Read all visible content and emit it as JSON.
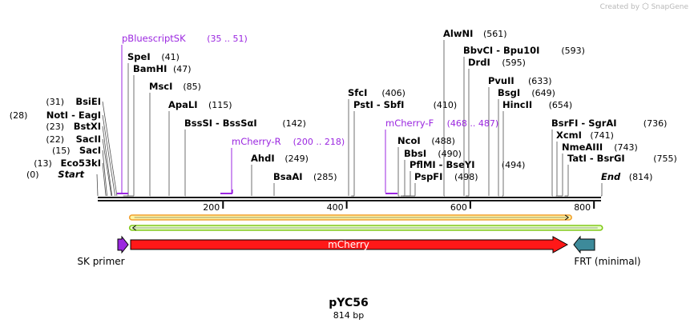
{
  "credit": {
    "prefix": "Created by",
    "brand": "SnapGene"
  },
  "plasmid": {
    "name": "pYC56",
    "length_label": "814 bp"
  },
  "ruler": {
    "ticks": [
      {
        "bp": 200,
        "label": "200"
      },
      {
        "bp": 400,
        "label": "400"
      },
      {
        "bp": 600,
        "label": "600"
      },
      {
        "bp": 800,
        "label": "800"
      }
    ]
  },
  "left_sites": [
    {
      "name": "BsiEI",
      "pos": "(31)",
      "bp": 31
    },
    {
      "name": "NotI - EagI",
      "pos": "(28)",
      "bp": 28
    },
    {
      "name": "BstXI",
      "pos": "(23)",
      "bp": 23
    },
    {
      "name": "SacII",
      "pos": "(22)",
      "bp": 22
    },
    {
      "name": "SacI",
      "pos": "(15)",
      "bp": 15
    },
    {
      "name": "Eco53kI",
      "pos": "(13)",
      "bp": 13
    },
    {
      "name": "Start",
      "pos": "(0)",
      "bp": 0,
      "italic": true
    }
  ],
  "right_sites": [
    {
      "name": "SpeI",
      "pos": "(41)",
      "bp": 41
    },
    {
      "name": "BamHI",
      "pos": "(47)",
      "bp": 47
    },
    {
      "name": "MscI",
      "pos": "(85)",
      "bp": 85
    },
    {
      "name": "ApaLI",
      "pos": "(115)",
      "bp": 115
    },
    {
      "name": "BssSI - BssSαI",
      "pos": "(142)",
      "bp": 142
    },
    {
      "name": "AhdI",
      "pos": "(249)",
      "bp": 249
    },
    {
      "name": "BsaAI",
      "pos": "(285)",
      "bp": 285
    },
    {
      "name": "SfcI",
      "pos": "(406)",
      "bp": 406
    },
    {
      "name": "PstI - SbfI",
      "pos": "(410)",
      "bp": 410
    },
    {
      "name": "NcoI",
      "pos": "(488)",
      "bp": 488
    },
    {
      "name": "BbsI",
      "pos": "(490)",
      "bp": 490
    },
    {
      "name": "PflMI - BseYI",
      "pos": "(494)",
      "bp": 494
    },
    {
      "name": "PspFI",
      "pos": "(498)",
      "bp": 498
    },
    {
      "name": "AlwNI",
      "pos": "(561)",
      "bp": 561
    },
    {
      "name": "BbvCI - Bpu10I",
      "pos": "(593)",
      "bp": 593
    },
    {
      "name": "DrdI",
      "pos": "(595)",
      "bp": 595
    },
    {
      "name": "PvuII",
      "pos": "(633)",
      "bp": 633
    },
    {
      "name": "BsgI",
      "pos": "(649)",
      "bp": 649
    },
    {
      "name": "HincII",
      "pos": "(654)",
      "bp": 654
    },
    {
      "name": "BsrFI - SgrAI",
      "pos": "(736)",
      "bp": 736
    },
    {
      "name": "XcmI",
      "pos": "(741)",
      "bp": 741
    },
    {
      "name": "NmeAIII",
      "pos": "(743)",
      "bp": 743
    },
    {
      "name": "TatI - BsrGI",
      "pos": "(755)",
      "bp": 755
    },
    {
      "name": "End",
      "pos": "(814)",
      "bp": 814,
      "italic": true
    }
  ],
  "primers": [
    {
      "name": "pBluescriptSK",
      "range": "(35 .. 51)",
      "start": 35,
      "end": 51,
      "direction": "forward"
    },
    {
      "name": "mCherry-R",
      "range": "(200 .. 218)",
      "start": 200,
      "end": 218,
      "direction": "reverse"
    },
    {
      "name": "mCherry-F",
      "range": "(468 .. 487)",
      "start": 468,
      "end": 487,
      "direction": "forward"
    }
  ],
  "orf_bars": [
    {
      "direction": "forward",
      "start": 54,
      "end": 765,
      "color": "#f0a030",
      "inner": "#fff3a0"
    },
    {
      "direction": "reverse",
      "start": 54,
      "end": 815,
      "color": "#80c818",
      "inner": "#e8ffc8"
    }
  ],
  "features": [
    {
      "name": "SK primer",
      "start": 33,
      "end": 50,
      "direction": "forward",
      "color": "#9b27e0"
    },
    {
      "name": "mCherry",
      "start": 54,
      "end": 765,
      "direction": "forward",
      "color": "#ff1818"
    },
    {
      "name": "FRT (minimal)",
      "start": 773,
      "end": 815,
      "direction": "reverse",
      "color": "#3d8a9a"
    }
  ],
  "colors": {
    "primer": "#9b27e0",
    "backbone": "#1a1a1a",
    "site_line": "#4d4d4d"
  }
}
